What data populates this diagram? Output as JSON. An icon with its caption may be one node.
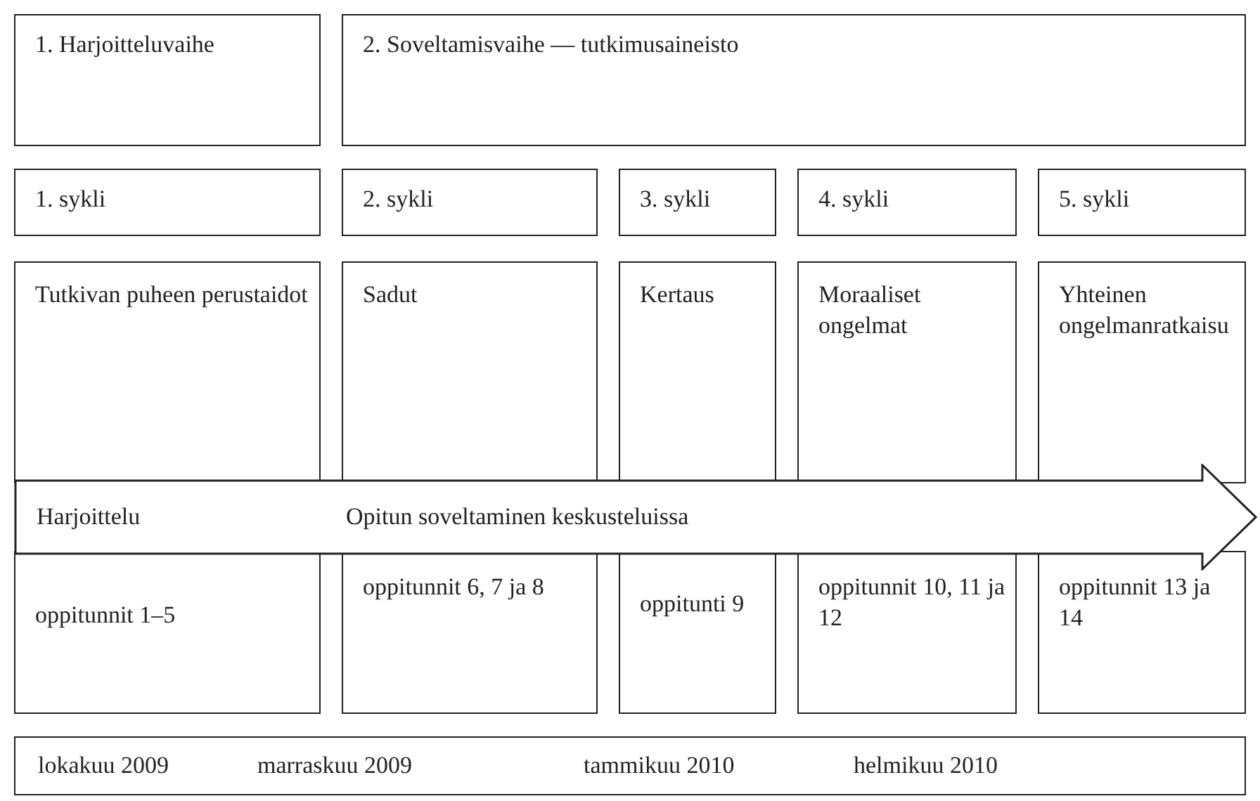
{
  "diagram": {
    "nodes": [
      {
        "text": [
          "1. Harjoitteluvaihe"
        ]
      },
      {
        "text": [
          "2. Soveltamisvaihe — tutkimusaineisto"
        ]
      },
      {
        "text": [
          "1. sykli"
        ]
      },
      {
        "text": [
          "2. sykli"
        ]
      },
      {
        "text": [
          "3. sykli"
        ]
      },
      {
        "text": [
          "4. sykli"
        ]
      },
      {
        "text": [
          "5. sykli"
        ]
      },
      {
        "text": [
          "Tutkivan puheen perustaidot"
        ]
      },
      {
        "text": [
          "Sadut"
        ]
      },
      {
        "text": [
          "Kertaus"
        ]
      },
      {
        "text": [
          "Moraaliset ongelmat"
        ]
      },
      {
        "text": [
          "Yhteinen ongelmanratkaisu"
        ]
      },
      {
        "text": [
          "Harjoittelu",
          "Opitun soveltaminen keskusteluissa"
        ]
      },
      {
        "text": [
          "oppitunnit 1–5"
        ]
      },
      {
        "text": [
          "oppitunnit 6, 7 ja 8"
        ]
      },
      {
        "text": [
          "oppitunti 9"
        ]
      },
      {
        "text": [
          "oppitunnit 10, 11 ja 12"
        ]
      },
      {
        "text": [
          "oppitunnit 13 ja 14"
        ]
      },
      {
        "text": [
          "lokakuu 2009",
          "marraskuu 2009",
          "tammikuu 2010",
          "helmikuu 2010"
        ]
      }
    ],
    "edges": []
  }
}
